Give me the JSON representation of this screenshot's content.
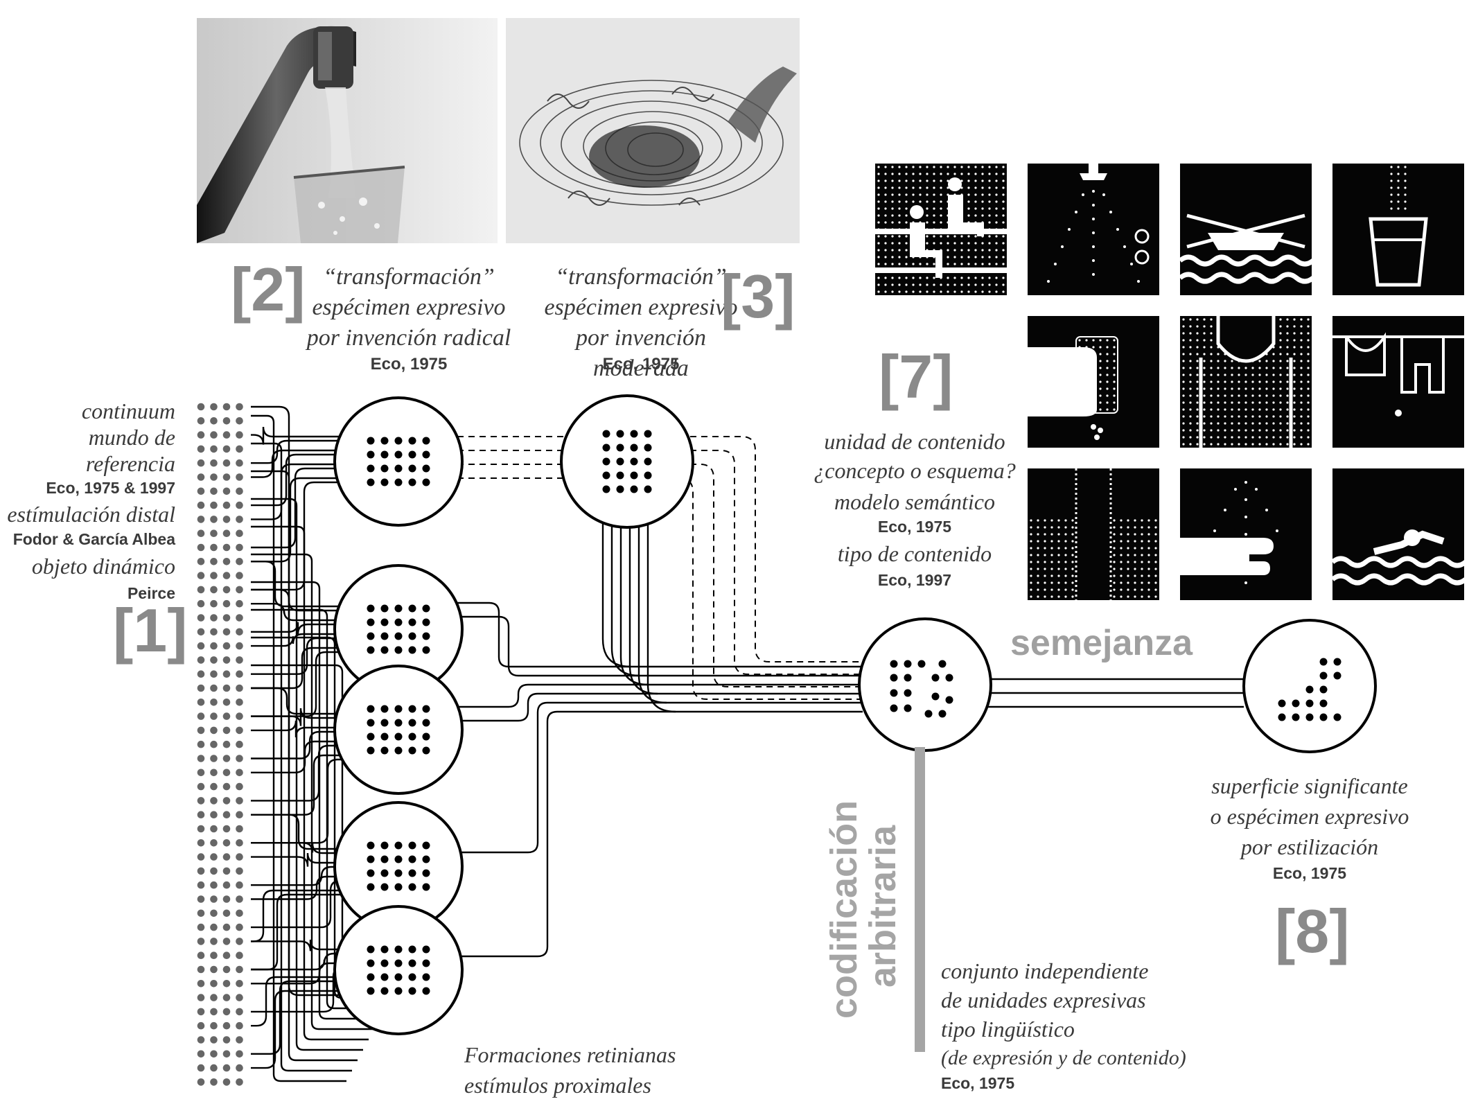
{
  "photos": {
    "faucet": {
      "icon": "faucet-water-glass-photo"
    },
    "drawing": {
      "icon": "water-vortex-drawing"
    }
  },
  "label2": {
    "num": "[2]",
    "quote": "“transformación”",
    "line1": "espécimen expresivo",
    "line2": "por invención radical",
    "ref": "Eco, 1975"
  },
  "label3": {
    "num": "[3]",
    "quote": "“transformación”",
    "line1": "espécimen expresivo",
    "line2": "por invención moderada",
    "ref": "Eco, 1975"
  },
  "label1": {
    "num": "[1]",
    "l1": "continuum",
    "l2": "mundo de referencia",
    "r1": "Eco, 1975 & 1997",
    "l3": "estímulación distal",
    "r2": "Fodor & García Albea",
    "l4": "objeto dinámico",
    "r3": "Peirce"
  },
  "label7": {
    "num": "[7]",
    "l1": "unidad de contenido",
    "l2": "¿concepto o esquema?",
    "l3": "modelo semántico",
    "r1": "Eco, 1975",
    "l4": "tipo de contenido",
    "r2": "Eco, 1997"
  },
  "label8": {
    "num": "[8]",
    "l1": "superficie significante",
    "l2": "o espécimen expresivo",
    "l3": "por estilización",
    "r1": "Eco, 1975"
  },
  "semejanza": "semejanza",
  "codificacion": {
    "l1": "codificación",
    "l2": "arbitraria"
  },
  "conjunto": {
    "l1": "conjunto independiente",
    "l2": "de unidades expresivas",
    "l3": "tipo lingüístico",
    "l4": "(de expresión y de contenido)",
    "r1": "Eco, 1975"
  },
  "retinal": {
    "l1": "Formaciones retinianas",
    "l2": "estímulos proximales"
  },
  "pictograms": [
    "sauna-icon",
    "shower-icon",
    "rowing-icon",
    "water-glass-icon",
    "washing-hand-icon",
    "tank-top-icon",
    "laundry-line-icon",
    "shower-curtain-icon",
    "hand-under-shower-icon",
    "swimmer-icon"
  ],
  "colors": {
    "grey_label": "#8a8a8a",
    "dots_grey": "#666666",
    "ink": "#000000"
  }
}
